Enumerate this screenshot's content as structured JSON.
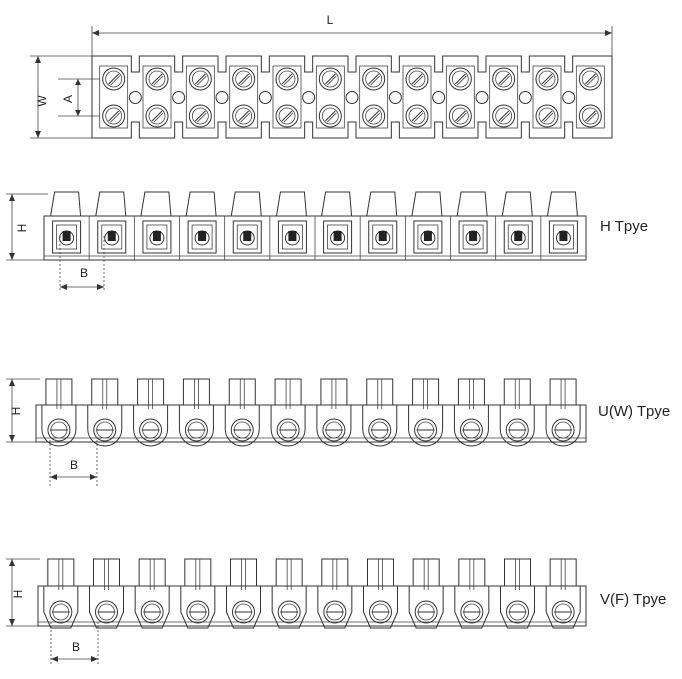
{
  "drawing": {
    "top_view": {
      "dim_length": "L",
      "dim_width": "W",
      "dim_pitch": "A"
    },
    "h_type": {
      "label": "H Tpye",
      "dim_height": "H",
      "dim_spacing": "B"
    },
    "u_type": {
      "label": "U(W) Tpye",
      "dim_height": "H",
      "dim_spacing": "B"
    },
    "v_type": {
      "label": "V(F) Tpye",
      "dim_height": "H",
      "dim_spacing": "B"
    },
    "poles": 12
  }
}
